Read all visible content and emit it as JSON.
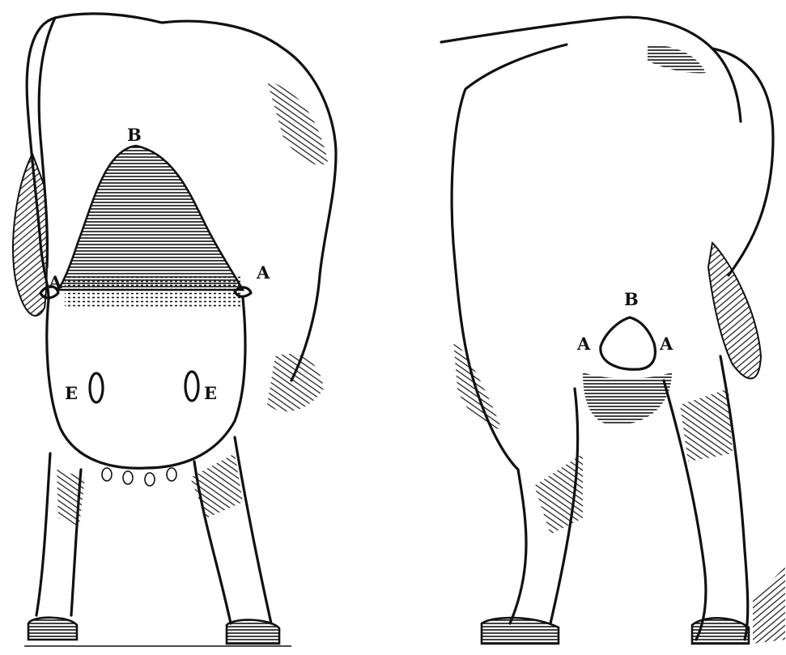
{
  "figures": [
    {
      "view": "rear",
      "labels": {
        "point_b": "B",
        "point_a_left": "A",
        "point_a_right": "A",
        "point_e_left": "E",
        "point_e_right": "E"
      }
    },
    {
      "view": "rear",
      "labels": {
        "point_b": "B",
        "point_a_left": "A",
        "point_a_right": "A"
      }
    }
  ],
  "colors": {
    "ink": "#111111",
    "paper": "#ffffff"
  }
}
